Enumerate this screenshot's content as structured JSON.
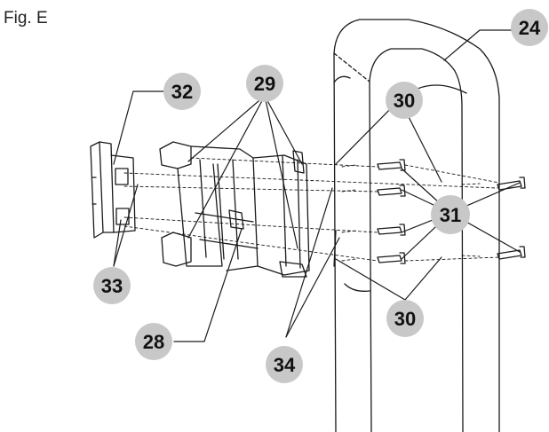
{
  "figure": {
    "label": "Fig. E"
  },
  "callouts": [
    {
      "id": "c24",
      "label": "24"
    },
    {
      "id": "c32",
      "label": "32"
    },
    {
      "id": "c29",
      "label": "29"
    },
    {
      "id": "c30a",
      "label": "30"
    },
    {
      "id": "c31",
      "label": "31"
    },
    {
      "id": "c33",
      "label": "33"
    },
    {
      "id": "c28",
      "label": "28"
    },
    {
      "id": "c30b",
      "label": "30"
    },
    {
      "id": "c34",
      "label": "34"
    }
  ],
  "colors": {
    "bubble": "#c8c8c8",
    "line": "#1a1a1a",
    "text": "#111111"
  }
}
